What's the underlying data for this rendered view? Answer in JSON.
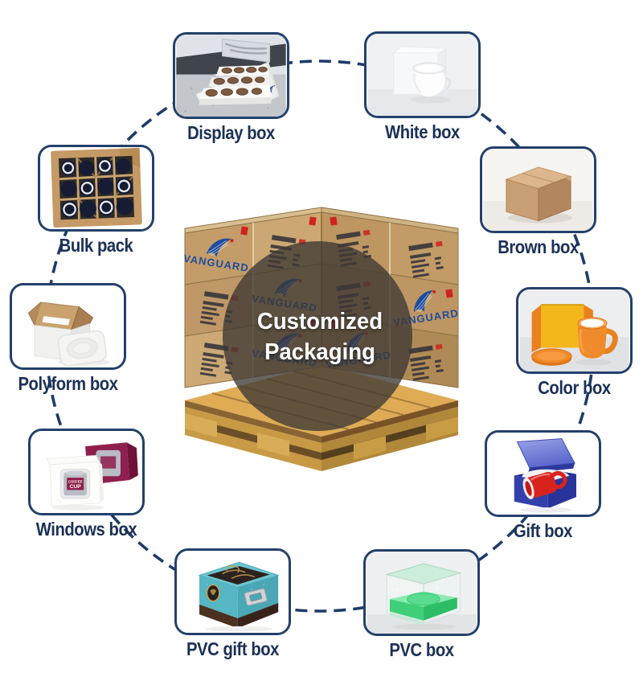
{
  "center": {
    "overlay_line1": "Customized",
    "overlay_line2": "Packaging",
    "brand": "VANGUARD"
  },
  "items": [
    {
      "id": "display-box",
      "label": "Display box"
    },
    {
      "id": "white-box",
      "label": "White box"
    },
    {
      "id": "bulk-pack",
      "label": "Bulk pack"
    },
    {
      "id": "brown-box",
      "label": "Brown box"
    },
    {
      "id": "polyform-box",
      "label": "Polyform box"
    },
    {
      "id": "color-box",
      "label": "Color box"
    },
    {
      "id": "windows-box",
      "label": "Windows box"
    },
    {
      "id": "gift-box",
      "label": "Gift box"
    },
    {
      "id": "pvc-gift-box",
      "label": "PVC gift box"
    },
    {
      "id": "pvc-box",
      "label": "PVC box"
    }
  ],
  "windows_box_cup": {
    "line1": "COFFEE",
    "line2": "CUP"
  },
  "colors": {
    "accent_navy": "#1b3055",
    "border_navy": "#24406b",
    "cardboard_tan": "#c8a271",
    "brand_blue": "#1e4c9e",
    "label_red": "#d0221f",
    "overlay_dark": "rgba(62,56,52,0.78)"
  }
}
